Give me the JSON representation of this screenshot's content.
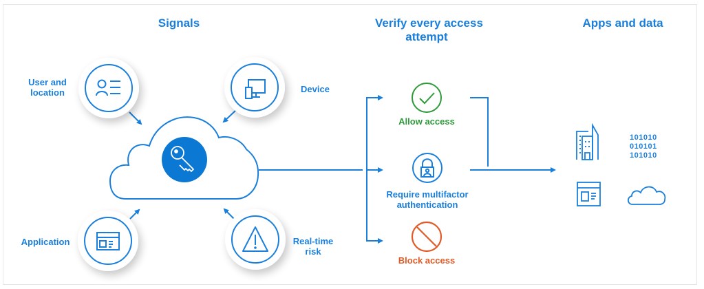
{
  "headers": {
    "signals": "Signals",
    "verify_line1": "Verify every access",
    "verify_line2": "attempt",
    "apps": "Apps and data"
  },
  "signals": {
    "user_location": {
      "line1": "User and",
      "line2": "location",
      "icon": "user-list-icon"
    },
    "device": {
      "label": "Device",
      "icon": "device-icon"
    },
    "application": {
      "label": "Application",
      "icon": "application-window-icon"
    },
    "risk": {
      "line1": "Real-time",
      "line2": "risk",
      "icon": "warning-icon"
    }
  },
  "center": {
    "icon": "key-icon"
  },
  "decisions": {
    "allow": {
      "label": "Allow access",
      "icon": "checkmark-icon",
      "color": "#2e9a3a"
    },
    "mfa": {
      "line1": "Require multifactor",
      "line2": "authentication",
      "icon": "lock-icon",
      "color": "#1a7fdb"
    },
    "block": {
      "label": "Block access",
      "icon": "block-icon",
      "color": "#e05a26"
    }
  },
  "apps": {
    "icons": [
      "building-icon",
      "binary-data-icon",
      "application-window-icon",
      "cloud-icon"
    ],
    "binary_rows": [
      "101010",
      "010101",
      "101010"
    ]
  },
  "colors": {
    "accent": "#1a7fdb",
    "key_fill": "#0b78d4",
    "allow": "#2e9a3a",
    "block": "#e05a26"
  }
}
